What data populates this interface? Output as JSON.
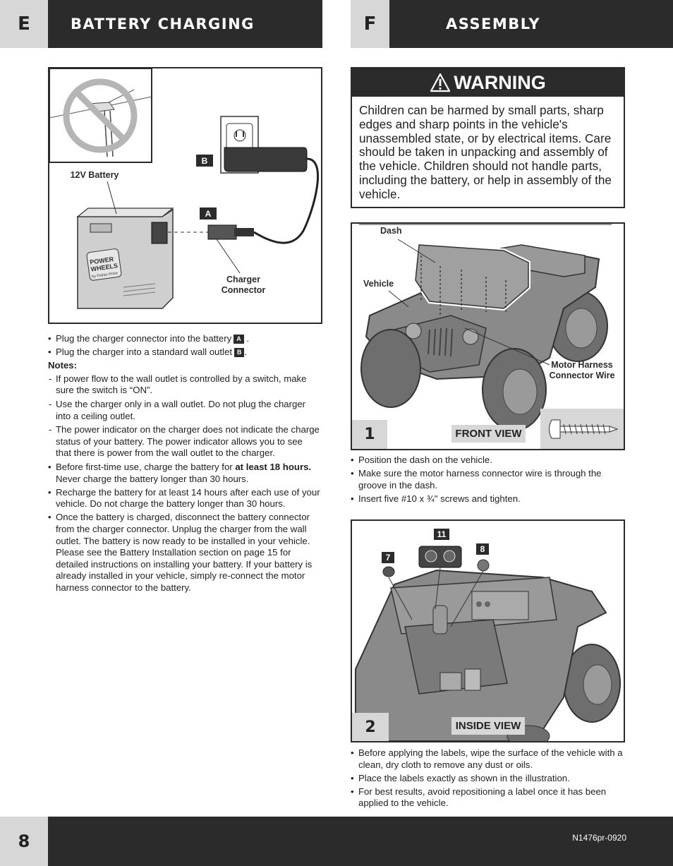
{
  "section_e": {
    "letter": "E",
    "title": "BATTERY CHARGING",
    "figure": {
      "battery_label": "12V Battery",
      "connector_label_line1": "Charger",
      "connector_label_line2": "Connector",
      "tag_a": "A",
      "tag_b": "B",
      "brand_line1": "POWER",
      "brand_line2": "WHEELS",
      "brand_line3": "by Fisher-Price"
    },
    "steps": [
      {
        "text": "Plug the charger connector into the battery",
        "badge": "A",
        "suffix": " ."
      },
      {
        "text": "Plug the charger into a standard wall outlet",
        "badge": "B",
        "suffix": "."
      }
    ],
    "notes_heading": "Notes:",
    "notes": [
      "If power flow to the wall outlet is controlled by a switch, make sure the switch is “ON”.",
      "Use the charger only in a wall outlet. Do not plug the charger into a ceiling outlet.",
      "The power indicator on the charger does not indicate the charge status of your battery. The power indicator allows you to see that there is power from the wall outlet to the charger."
    ],
    "bullets": [
      {
        "pre": "Before first-time use, charge the battery for ",
        "bold": "at least 18 hours.",
        "post": " Never charge the battery longer than 30 hours."
      },
      {
        "pre": "Recharge the battery for at least 14 hours after each use of your vehicle. Do not charge the battery longer than 30 hours.",
        "bold": "",
        "post": ""
      },
      {
        "pre": "Once the battery is charged, disconnect the battery connector from the charger connector. Unplug the charger from the wall outlet. The battery is now ready to be installed in your vehicle. Please see the Battery Installation section on page 15 for detailed instructions on installing your battery. If your battery is already installed in your vehicle, simply re-connect the motor harness connector to the battery.",
        "bold": "",
        "post": ""
      }
    ]
  },
  "section_f": {
    "letter": "F",
    "title": "ASSEMBLY",
    "warning": {
      "title": "WARNING",
      "body": "Children can be harmed by small parts, sharp edges and sharp points in the vehicle's unassembled state, or by electrical items. Care should be taken in unpacking and assembly of the vehicle. Children should not handle parts, including the battery, or help in assembly of the vehicle."
    },
    "step1": {
      "number": "1",
      "view": "FRONT VIEW",
      "labels": {
        "dash": "Dash",
        "vehicle": "Vehicle",
        "harness_line1": "Motor Harness",
        "harness_line2": "Connector Wire"
      },
      "bullets": [
        "Position the dash on the vehicle.",
        "Make sure the motor harness connector wire is through the groove in the dash.",
        "Insert five #10 x ¾\" screws and tighten."
      ]
    },
    "step2": {
      "number": "2",
      "view": "INSIDE VIEW",
      "tags": [
        "11",
        "7",
        "8"
      ],
      "bullets": [
        "Before applying the labels, wipe the surface of the vehicle with a clean, dry cloth to remove any dust or oils.",
        "Place the labels exactly as shown in the illustration.",
        "For best results, avoid repositioning a label once it has been applied to the vehicle."
      ]
    }
  },
  "footer": {
    "page_number": "8",
    "code": "N1476pr-0920"
  },
  "icons": [
    "no-symbol-icon",
    "wall-outlet-icon",
    "warning-triangle-icon",
    "screw-icon"
  ],
  "colors": {
    "dark": "#2b2b2b",
    "light_gray": "#d7d7d7",
    "vehicle_gray": "#8a8a8a"
  }
}
